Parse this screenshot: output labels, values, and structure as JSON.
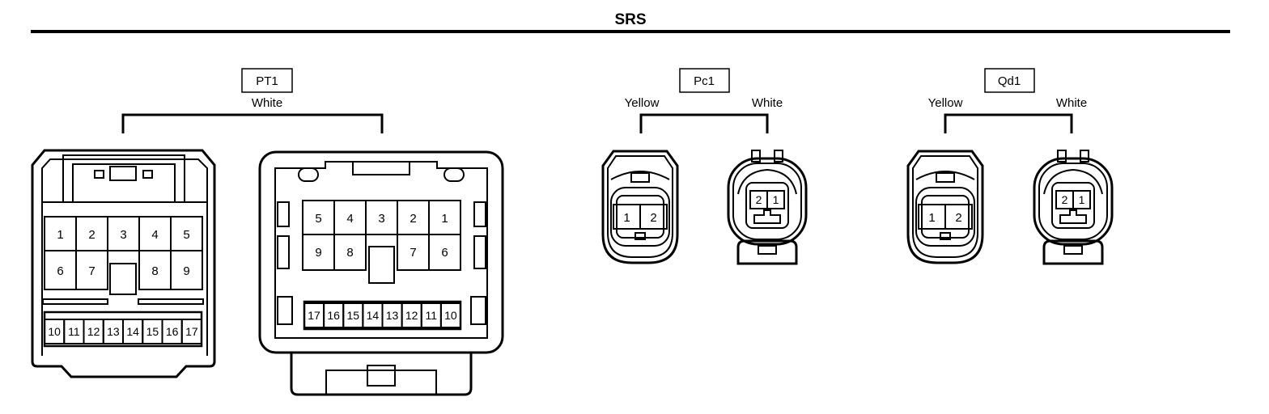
{
  "section_title": "SRS",
  "connectors": {
    "pt1": {
      "label": "PT1",
      "color": "White",
      "harness_side": {
        "top_row": [
          "1",
          "2",
          "3",
          "4",
          "5"
        ],
        "mid_row": [
          "6",
          "7",
          "8",
          "9"
        ],
        "bottom_row": [
          "10",
          "11",
          "12",
          "13",
          "14",
          "15",
          "16",
          "17"
        ]
      },
      "component_side": {
        "top_row": [
          "5",
          "4",
          "3",
          "2",
          "1"
        ],
        "mid_row": [
          "9",
          "8",
          "7",
          "6"
        ],
        "bottom_row": [
          "17",
          "16",
          "15",
          "14",
          "13",
          "12",
          "11",
          "10"
        ]
      }
    },
    "pc1": {
      "label": "Pc1",
      "left_color": "Yellow",
      "right_color": "White",
      "left_pins": [
        "1",
        "2"
      ],
      "right_pins": [
        "2",
        "1"
      ]
    },
    "qd1": {
      "label": "Qd1",
      "left_color": "Yellow",
      "right_color": "White",
      "left_pins": [
        "1",
        "2"
      ],
      "right_pins": [
        "2",
        "1"
      ]
    }
  }
}
